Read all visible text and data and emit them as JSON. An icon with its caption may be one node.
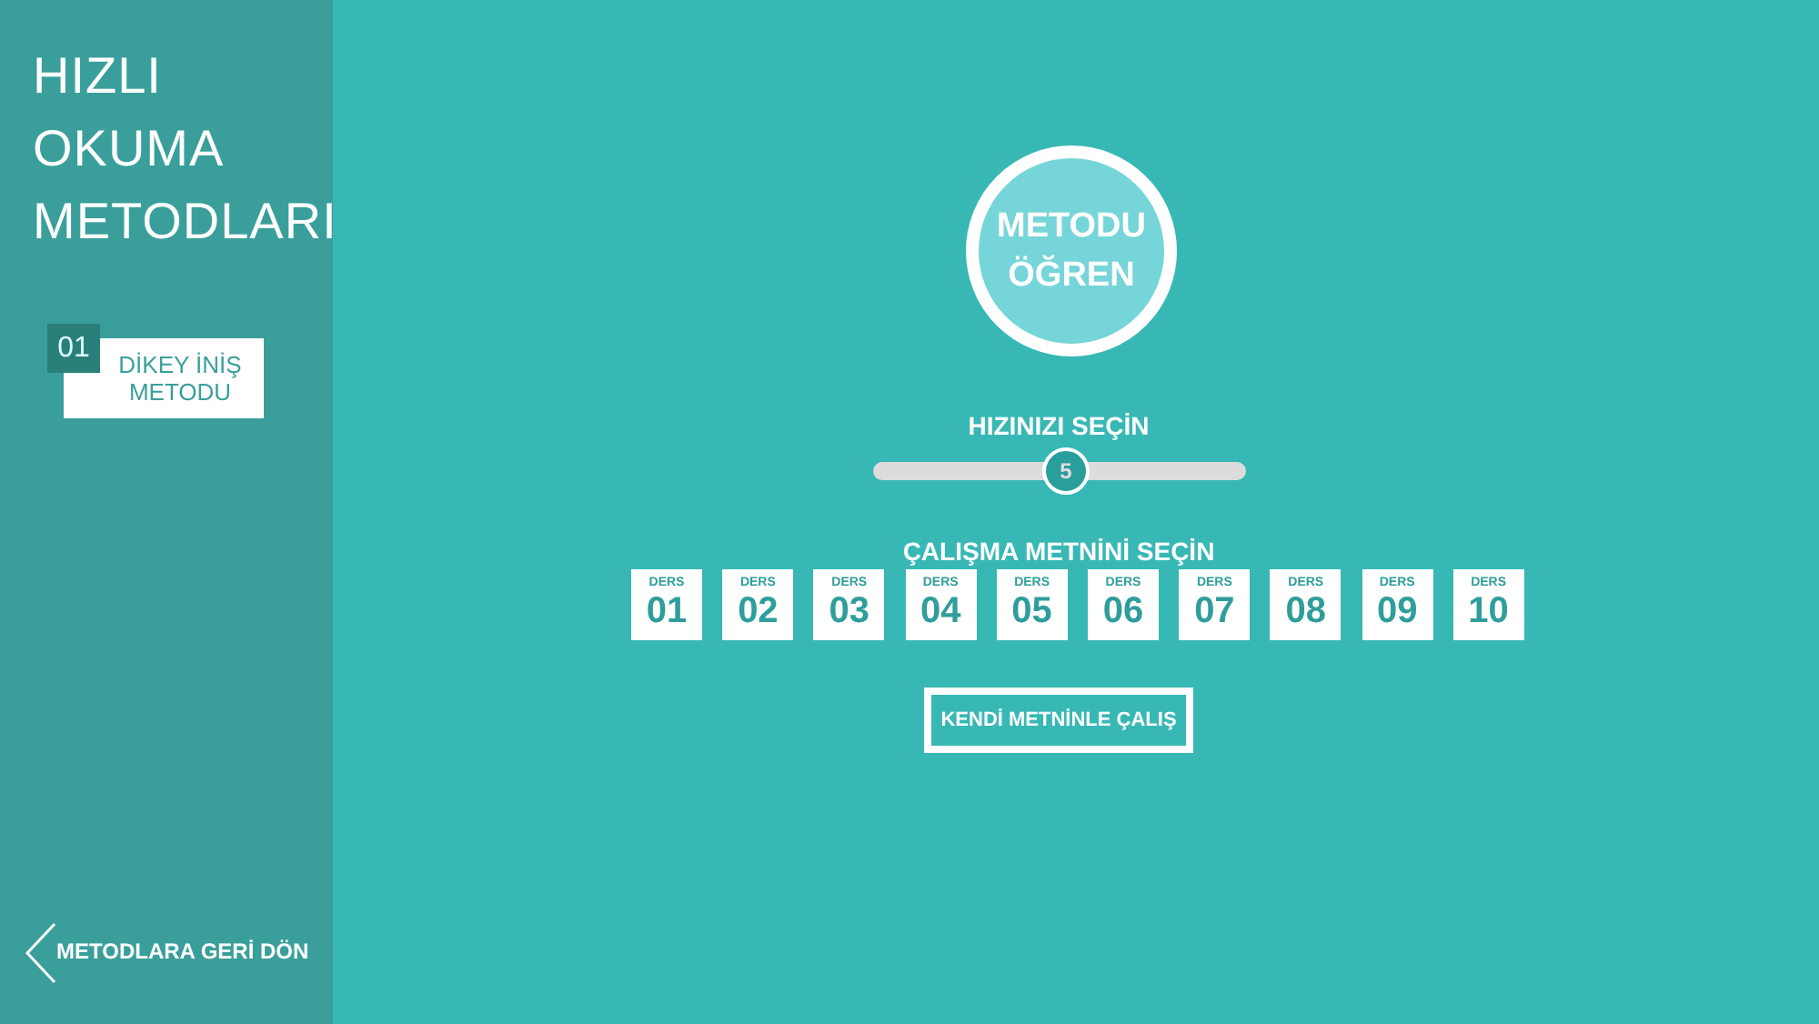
{
  "diagram": {
    "title": "HIZLI OKUMA METODLARI",
    "nodes": [
      {
        "text": [
          "01",
          "DİKEY İNİŞ METODU"
        ]
      },
      {
        "text": [
          "METODU ÖĞREN"
        ]
      },
      {
        "text": [
          "DERS",
          "01"
        ]
      },
      {
        "text": [
          "DERS",
          "02"
        ]
      },
      {
        "text": [
          "DERS",
          "03"
        ]
      },
      {
        "text": [
          "DERS",
          "04"
        ]
      },
      {
        "text": [
          "DERS",
          "05"
        ]
      },
      {
        "text": [
          "DERS",
          "06"
        ]
      },
      {
        "text": [
          "DERS",
          "07"
        ]
      },
      {
        "text": [
          "DERS",
          "08"
        ]
      },
      {
        "text": [
          "DERS",
          "09"
        ]
      },
      {
        "text": [
          "DERS",
          "10"
        ]
      },
      {
        "text": [
          "KENDİ METNİNLE ÇALIŞ"
        ]
      }
    ],
    "labels": [
      "HIZINIZI SEÇİN",
      "5",
      "ÇALIŞMA METNİNİ SEÇİN",
      "METODLARA GERİ DÖN"
    ]
  }
}
